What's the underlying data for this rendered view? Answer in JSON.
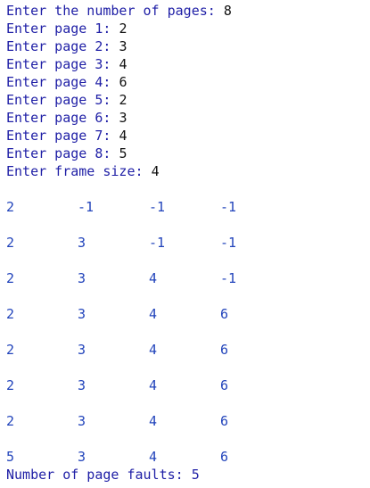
{
  "prompts": [
    {
      "prompt": "Enter the number of pages: ",
      "value": "8"
    },
    {
      "prompt": "Enter page 1: ",
      "value": "2"
    },
    {
      "prompt": "Enter page 2: ",
      "value": "3"
    },
    {
      "prompt": "Enter page 3: ",
      "value": "4"
    },
    {
      "prompt": "Enter page 4: ",
      "value": "6"
    },
    {
      "prompt": "Enter page 5: ",
      "value": "2"
    },
    {
      "prompt": "Enter page 6: ",
      "value": "3"
    },
    {
      "prompt": "Enter page 7: ",
      "value": "4"
    },
    {
      "prompt": "Enter page 8: ",
      "value": "5"
    },
    {
      "prompt": "Enter frame size: ",
      "value": "4"
    }
  ],
  "frames": [
    [
      "2",
      "-1",
      "-1",
      "-1"
    ],
    [
      "2",
      "3",
      "-1",
      "-1"
    ],
    [
      "2",
      "3",
      "4",
      "-1"
    ],
    [
      "2",
      "3",
      "4",
      "6"
    ],
    [
      "2",
      "3",
      "4",
      "6"
    ],
    [
      "2",
      "3",
      "4",
      "6"
    ],
    [
      "2",
      "3",
      "4",
      "6"
    ],
    [
      "5",
      "3",
      "4",
      "6"
    ]
  ],
  "summary": {
    "label": "Number of page faults: ",
    "value": "5"
  },
  "colors": {
    "prompt_text": "#1f1fa6",
    "input_text": "#111111",
    "frame_text": "#2244bb",
    "background": "#ffffff"
  }
}
